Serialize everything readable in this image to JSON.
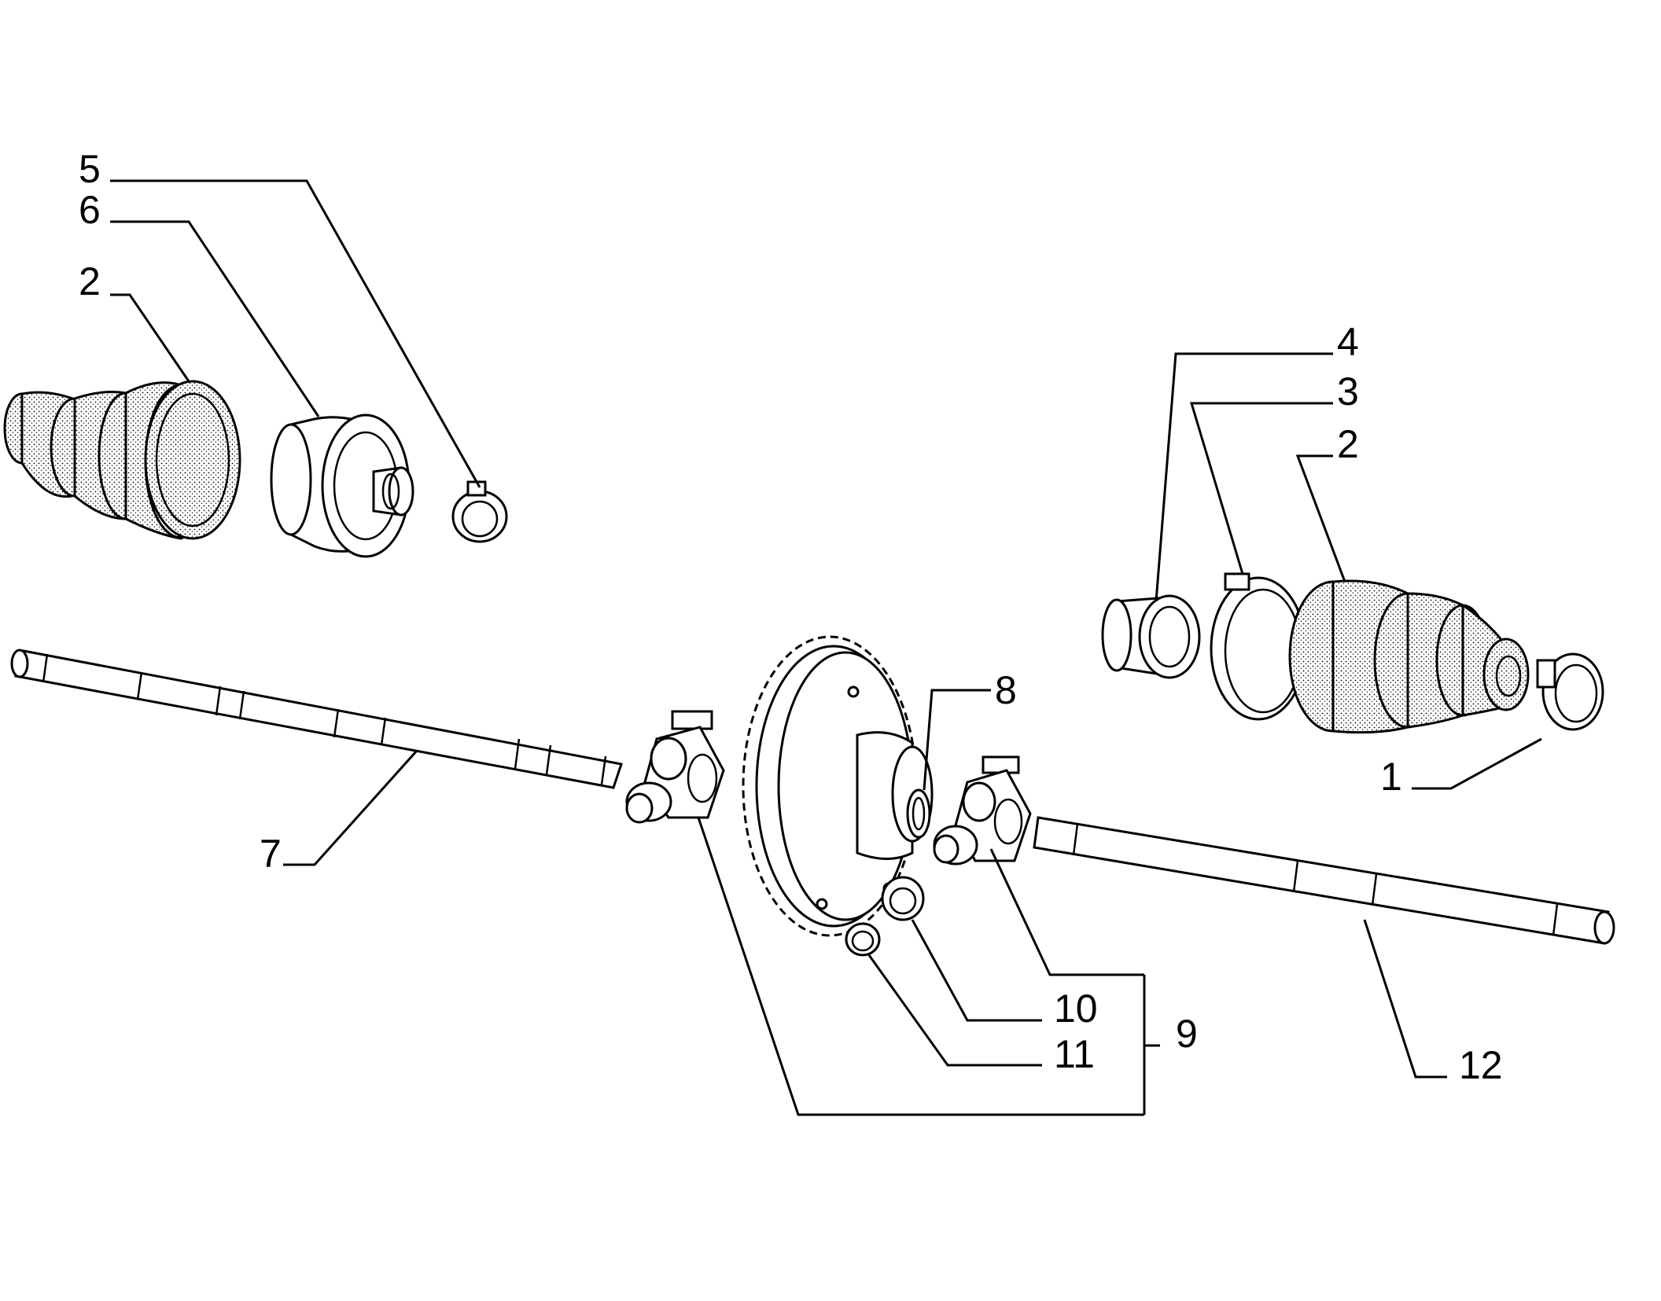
{
  "callouts": {
    "c1": "1",
    "c2a": "2",
    "c2b": "2",
    "c3": "3",
    "c4": "4",
    "c5": "5",
    "c6": "6",
    "c7": "7",
    "c8": "8",
    "c9": "9",
    "c10": "10",
    "c11": "11",
    "c12": "12"
  },
  "colors": {
    "line": "#000000",
    "background": "#ffffff"
  }
}
